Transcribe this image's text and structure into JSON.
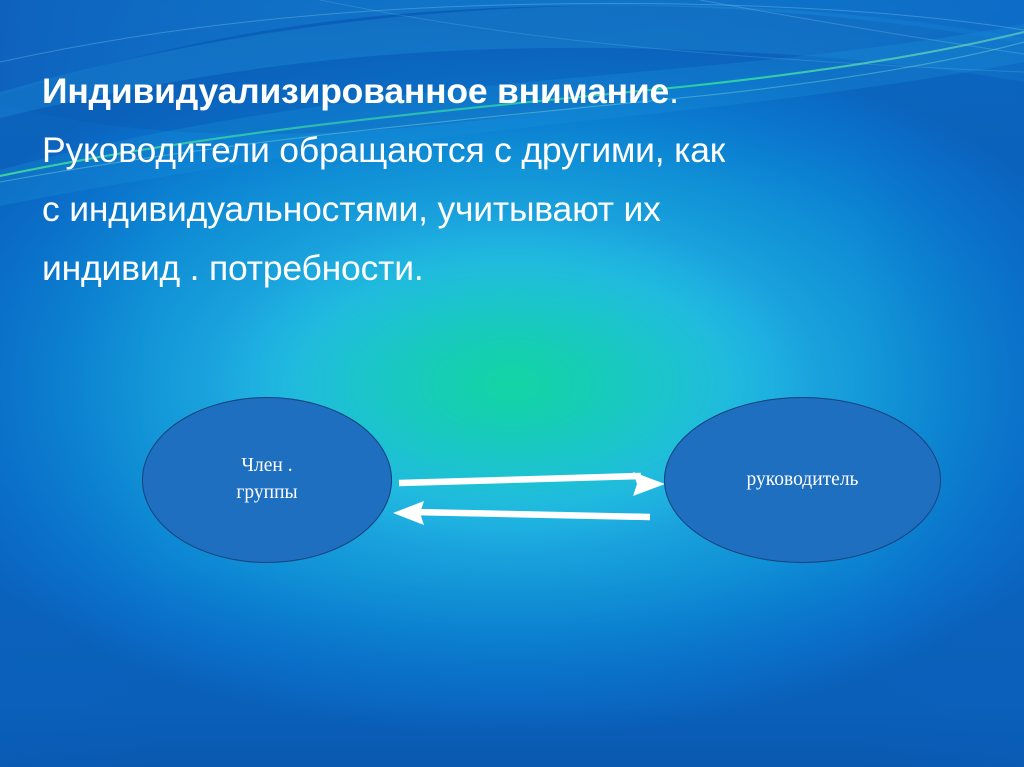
{
  "slide": {
    "language": "ru",
    "title_lines": [
      {
        "id": "line1",
        "bold_text": "Индивидуализированное внимание",
        "tail_text": "."
      },
      {
        "id": "line2",
        "text": "Руководители обращаются с другими, как"
      },
      {
        "id": "line3",
        "text": "с индивидуальностями, учитывают их"
      },
      {
        "id": "line4",
        "text": "индивид . потребности."
      }
    ],
    "full_title": "Индивидуализированное внимание. Руководители обращаются с другими, как с индивидуальностями, учитывают их индивид . потребности.",
    "diagram": {
      "nodes": [
        {
          "id": "member",
          "label_line1": "Член .",
          "label_line2": "группы"
        },
        {
          "id": "leader",
          "label_line1": "руководитель",
          "label_line2": ""
        }
      ],
      "arrows": [
        {
          "id": "arrow-right",
          "direction": "right",
          "from": "member",
          "to": "leader"
        },
        {
          "id": "arrow-left",
          "direction": "left",
          "from": "leader",
          "to": "member"
        }
      ]
    },
    "colors": {
      "text": "#ffffff",
      "node_fill": "#1f6fc0",
      "node_outline": "#14447c",
      "arrow": "#ffffff",
      "background_center": "#13d4a5",
      "background_mid": "#1dc2d2",
      "background_edge": "#0a6ac8",
      "wave_accent": "#2fd3a0"
    }
  }
}
